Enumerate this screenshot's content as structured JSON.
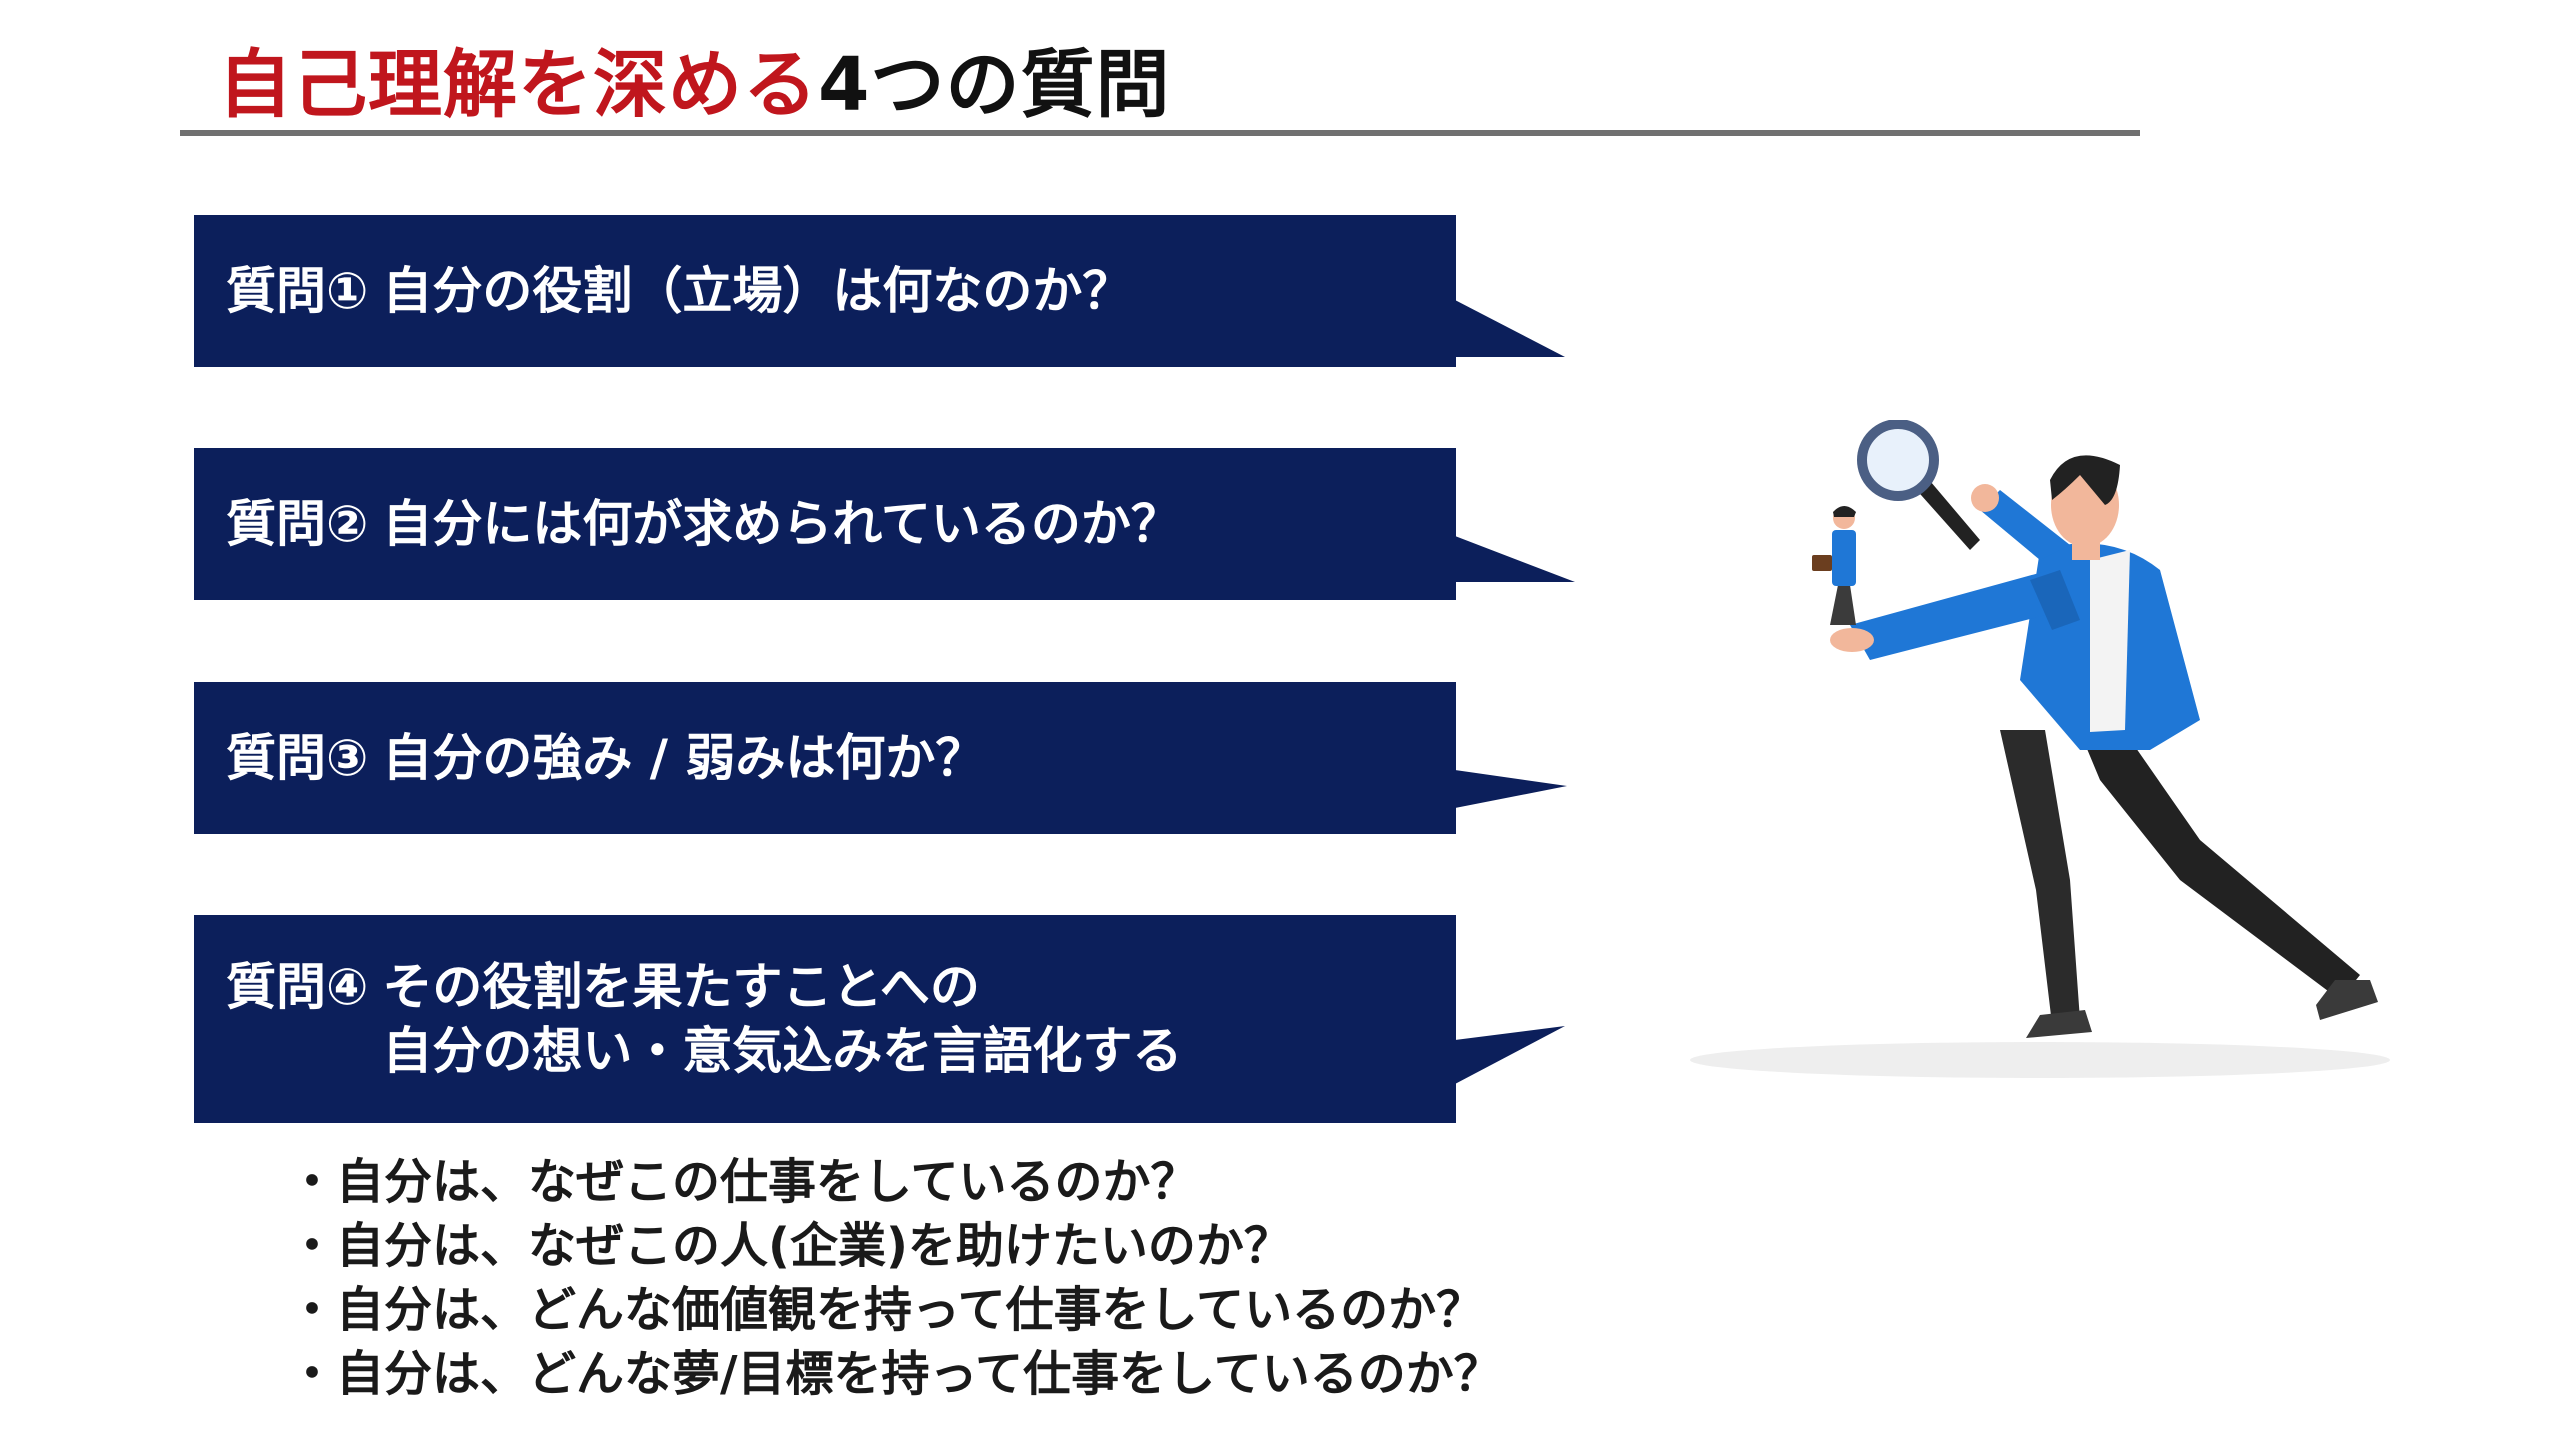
{
  "header": {
    "title_accent": "自己理解を深める",
    "title_rest": "4つの質問",
    "accent_color": "#c0161d"
  },
  "questions": [
    {
      "label": "質問①",
      "text": "自分の役割（立場）は何なのか？"
    },
    {
      "label": "質問②",
      "text": "自分には何が求められているのか？"
    },
    {
      "label": "質問③",
      "text": "自分の強み / 弱みは何か？"
    },
    {
      "label": "質問④",
      "lines": [
        "その役割を果たすことへの",
        "自分の想い・意気込みを言語化する"
      ]
    }
  ],
  "bubble_color": "#0c1f5b",
  "bullets": {
    "marker": "・",
    "items": [
      "自分は、なぜこの仕事をしているのか？",
      "自分は、なぜこの人(企業)を助けたいのか？",
      "自分は、どんな価値観を持って仕事をしているのか？",
      "自分は、どんな夢/目標を持って仕事をしているのか？"
    ]
  },
  "illustration": {
    "icon": "man-with-magnifying-glass-icon"
  }
}
